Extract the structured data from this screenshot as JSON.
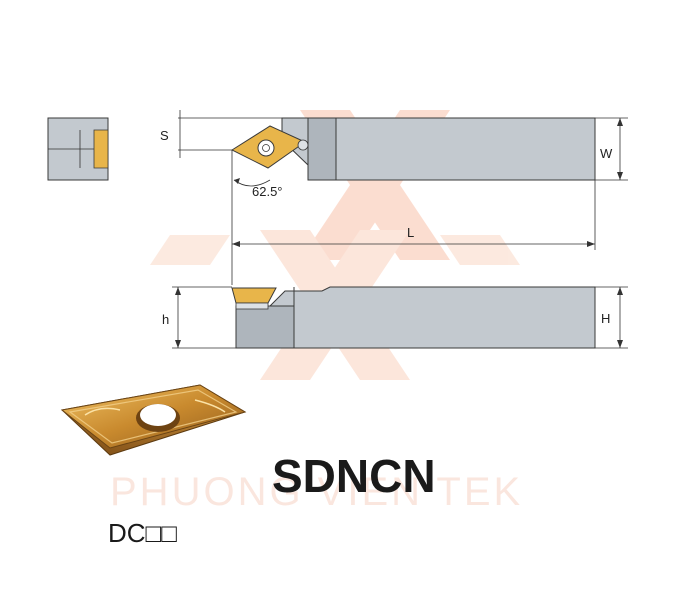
{
  "title": "SDNCN",
  "insert_code": "DC□□",
  "watermark": "PHUONG VIEN TEK",
  "dimensions": {
    "s": "S",
    "w": "W",
    "l": "L",
    "h_small": "h",
    "h_large": "H",
    "angle": "62.5°"
  },
  "colors": {
    "holder": "#c3c9cf",
    "insert_gold": "#e8b54a",
    "watermark": "#f6c9b8"
  }
}
